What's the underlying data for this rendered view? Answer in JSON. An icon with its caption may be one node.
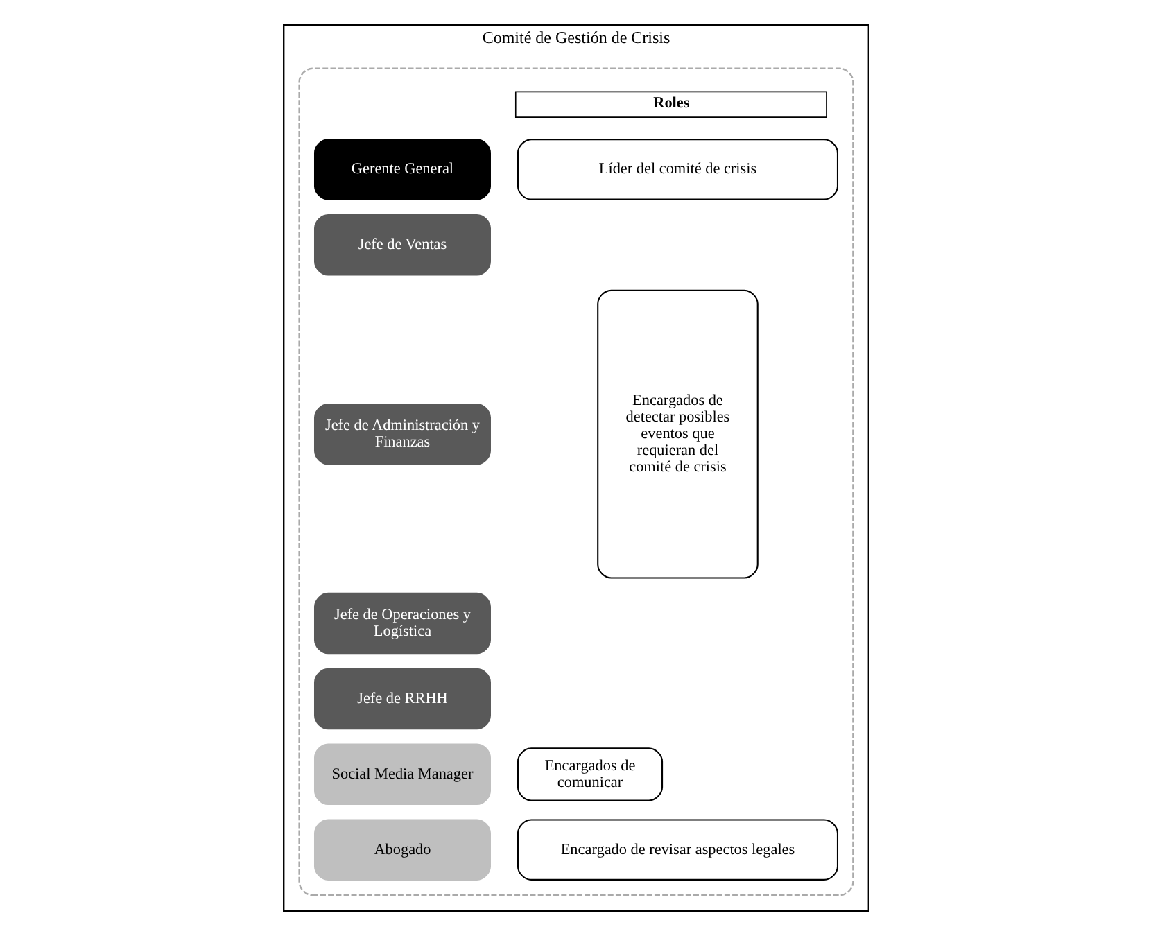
{
  "diagram": {
    "nodes": [
      {
        "text": [
          "Comité de Gestión de Crisis"
        ]
      },
      {
        "text": [],
        "shape": "box",
        "in": 0
      },
      {
        "text": [
          "Gerente General"
        ],
        "in": 1
      },
      {
        "text": [
          "Jefe de Ventas"
        ],
        "in": 1
      },
      {
        "text": [
          "Jefe de Administración y Finanzas"
        ],
        "in": 1
      },
      {
        "text": [
          "Jefe de Operaciones y Logística"
        ],
        "in": 1
      },
      {
        "text": [
          "Jefe de RRHH"
        ],
        "in": 1
      },
      {
        "text": [
          "Social Media Manager"
        ],
        "in": 1
      },
      {
        "text": [
          "Abogado"
        ],
        "in": 1
      },
      {
        "text": [
          "Líder del comité de crisis"
        ],
        "in": 1
      },
      {
        "text": [
          "Encargados de detectar posibles eventos que requieran del comité de crisis"
        ],
        "in": 1
      },
      {
        "text": [
          "Encargados de comunicar"
        ],
        "in": 1
      },
      {
        "text": [
          "Encargado de revisar aspectos legales"
        ],
        "in": 1
      }
    ],
    "edges": [],
    "labels": [
      "Roles"
    ]
  }
}
